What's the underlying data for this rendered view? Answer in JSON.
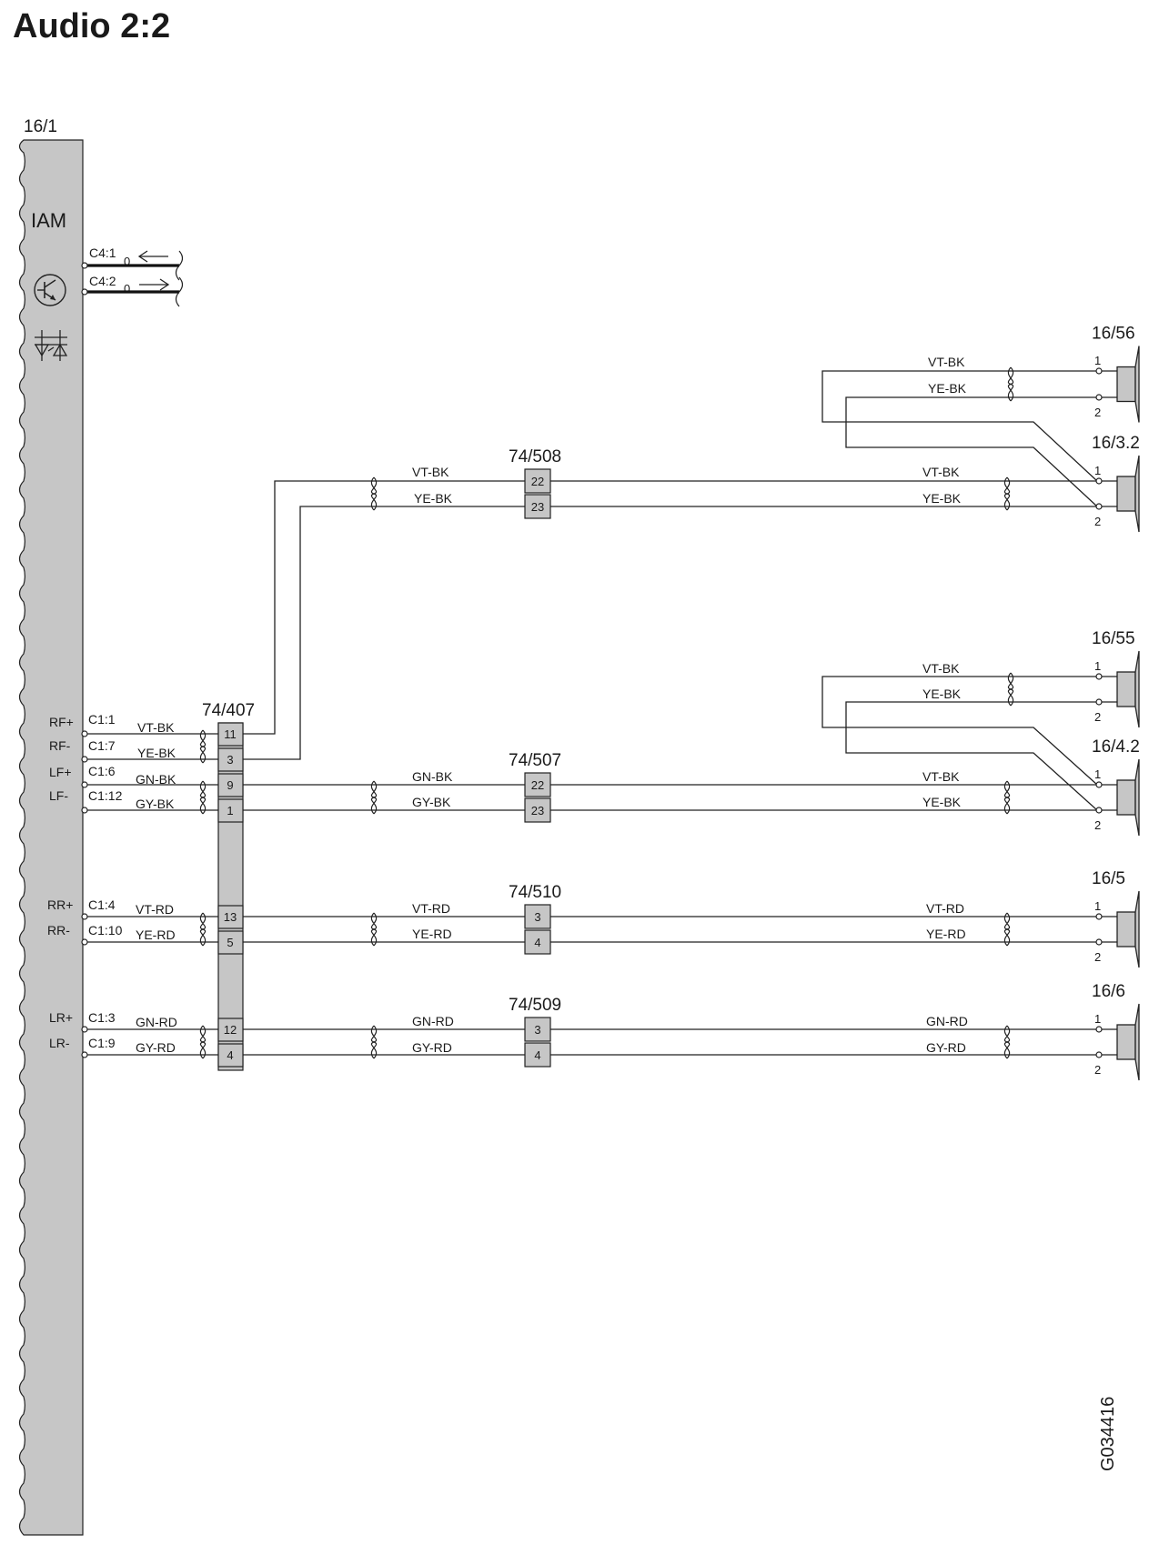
{
  "title": "Audio 2:2",
  "module": {
    "id": "16/1",
    "name": "IAM",
    "icons": [
      "transistor-icon",
      "diode-pair-icon"
    ],
    "pins": [
      {
        "signal": "",
        "pin": "C4:1",
        "mark": "0",
        "direction": "in"
      },
      {
        "signal": "",
        "pin": "C4:2",
        "mark": "0",
        "direction": "out"
      },
      {
        "signal": "RF+",
        "pin": "C1:1",
        "wire": "VT-BK"
      },
      {
        "signal": "RF-",
        "pin": "C1:7",
        "wire": "YE-BK"
      },
      {
        "signal": "LF+",
        "pin": "C1:6",
        "wire": "GN-BK"
      },
      {
        "signal": "LF-",
        "pin": "C1:12",
        "wire": "GY-BK"
      },
      {
        "signal": "RR+",
        "pin": "C1:4",
        "wire": "VT-RD"
      },
      {
        "signal": "RR-",
        "pin": "C1:10",
        "wire": "YE-RD"
      },
      {
        "signal": "LR+",
        "pin": "C1:3",
        "wire": "GN-RD"
      },
      {
        "signal": "LR-",
        "pin": "C1:9",
        "wire": "GY-RD"
      }
    ]
  },
  "connectors": [
    {
      "id": "74/407",
      "pins": [
        "11",
        "3",
        "9",
        "1",
        "13",
        "5",
        "12",
        "4"
      ]
    },
    {
      "id": "74/508",
      "pins": [
        "22",
        "23"
      ]
    },
    {
      "id": "74/507",
      "pins": [
        "22",
        "23"
      ]
    },
    {
      "id": "74/510",
      "pins": [
        "3",
        "4"
      ]
    },
    {
      "id": "74/509",
      "pins": [
        "3",
        "4"
      ]
    }
  ],
  "wires": {
    "front_right_mid": [
      "VT-BK",
      "YE-BK"
    ],
    "front_right_far": [
      "VT-BK",
      "YE-BK"
    ],
    "front_left_mid": [
      "GN-BK",
      "GY-BK"
    ],
    "front_left_far": [
      "VT-BK",
      "YE-BK"
    ],
    "rear_right_mid": [
      "VT-RD",
      "YE-RD"
    ],
    "rear_right_far": [
      "VT-RD",
      "YE-RD"
    ],
    "rear_left_mid": [
      "GN-RD",
      "GY-RD"
    ],
    "rear_left_far": [
      "GN-RD",
      "GY-RD"
    ],
    "tweeter_right": [
      "VT-BK",
      "YE-BK"
    ],
    "tweeter_left": [
      "VT-BK",
      "YE-BK"
    ]
  },
  "speakers": [
    {
      "id": "16/56",
      "pins": [
        "1",
        "2"
      ]
    },
    {
      "id": "16/3.2",
      "pins": [
        "1",
        "2"
      ]
    },
    {
      "id": "16/55",
      "pins": [
        "1",
        "2"
      ]
    },
    {
      "id": "16/4.2",
      "pins": [
        "1",
        "2"
      ]
    },
    {
      "id": "16/5",
      "pins": [
        "1",
        "2"
      ]
    },
    {
      "id": "16/6",
      "pins": [
        "1",
        "2"
      ]
    }
  ],
  "figure_code": "G034416"
}
